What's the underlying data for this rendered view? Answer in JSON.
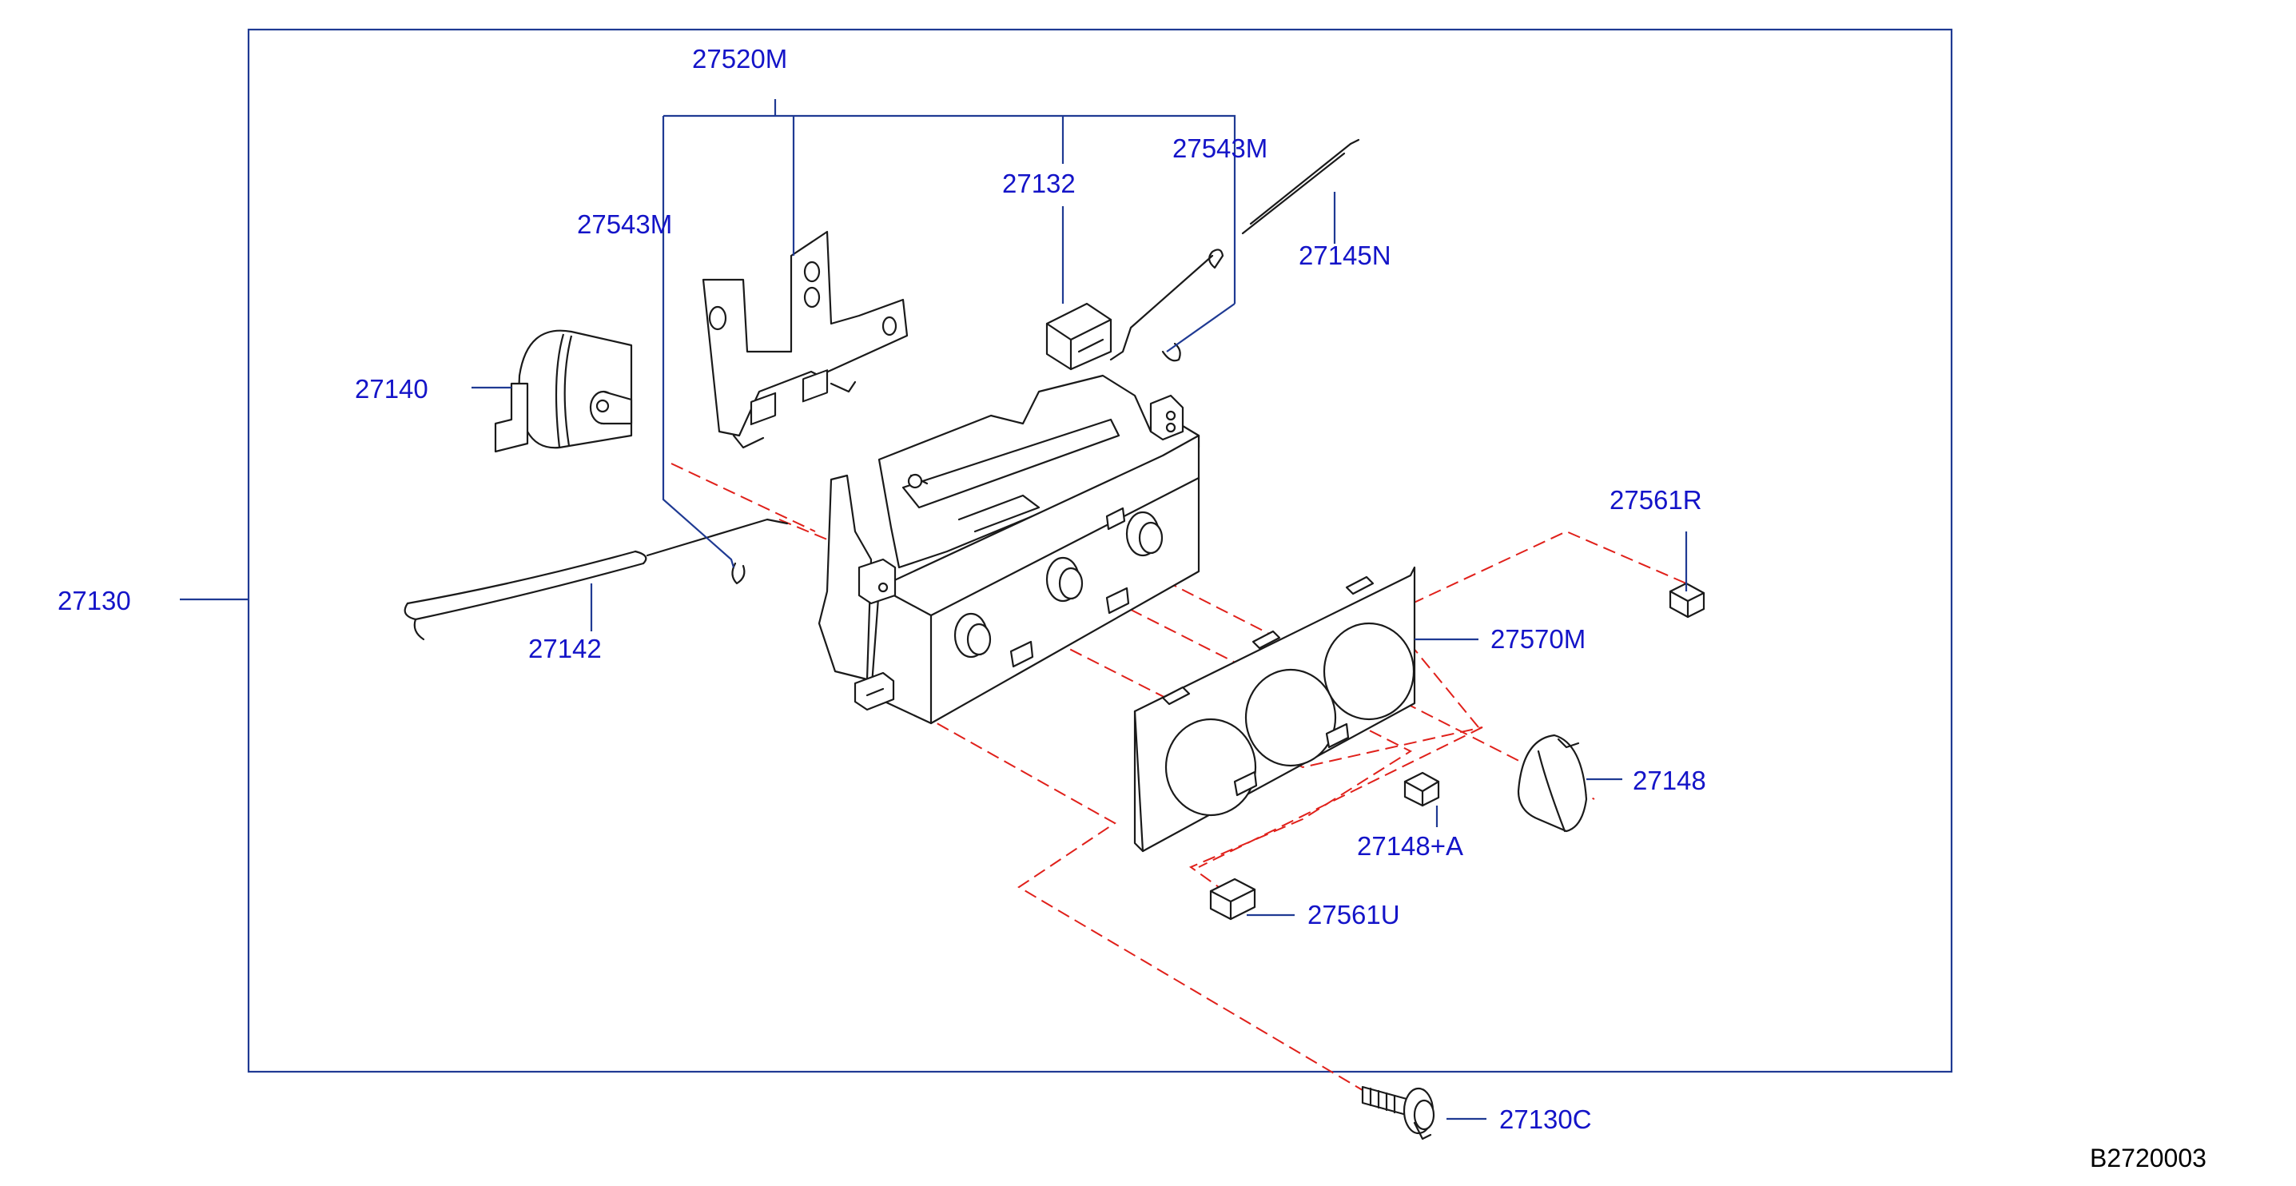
{
  "diagram_code": "B2720003",
  "colors": {
    "label": "#1414c8",
    "leader": "#1f3a93",
    "dashed_guide": "#e0201a",
    "part_outline": "#1a1a1a"
  },
  "parts": [
    {
      "id": "27520M"
    },
    {
      "id": "27543M",
      "occurrence": "left"
    },
    {
      "id": "27132"
    },
    {
      "id": "27543M",
      "occurrence": "right"
    },
    {
      "id": "27145N"
    },
    {
      "id": "27140"
    },
    {
      "id": "27130"
    },
    {
      "id": "27142"
    },
    {
      "id": "27561R"
    },
    {
      "id": "27570M"
    },
    {
      "id": "27148"
    },
    {
      "id": "27148+A"
    },
    {
      "id": "27561U"
    },
    {
      "id": "27130C"
    }
  ]
}
